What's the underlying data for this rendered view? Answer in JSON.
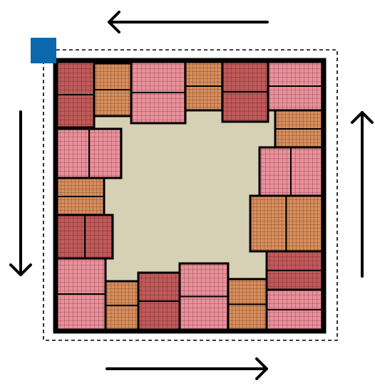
{
  "diagram": {
    "description_free": true,
    "colors": {
      "background": "#ffffff",
      "interior": "#d6d0b4",
      "frame": "#000000",
      "corner_marker": "#0b68ad",
      "tile_styles": {
        "red": {
          "fill": "#c05a5a",
          "grid": "#6e2626"
        },
        "pink": {
          "fill": "#e8919b",
          "grid": "#8a3f48"
        },
        "orange": {
          "fill": "#d78f5e",
          "grid": "#7a4020"
        }
      }
    },
    "arrows": [
      {
        "id": "top",
        "direction": "left"
      },
      {
        "id": "right",
        "direction": "up"
      },
      {
        "id": "bottom",
        "direction": "right"
      },
      {
        "id": "left",
        "direction": "down"
      }
    ],
    "corner_marker_icon": "blue-square-icon"
  }
}
